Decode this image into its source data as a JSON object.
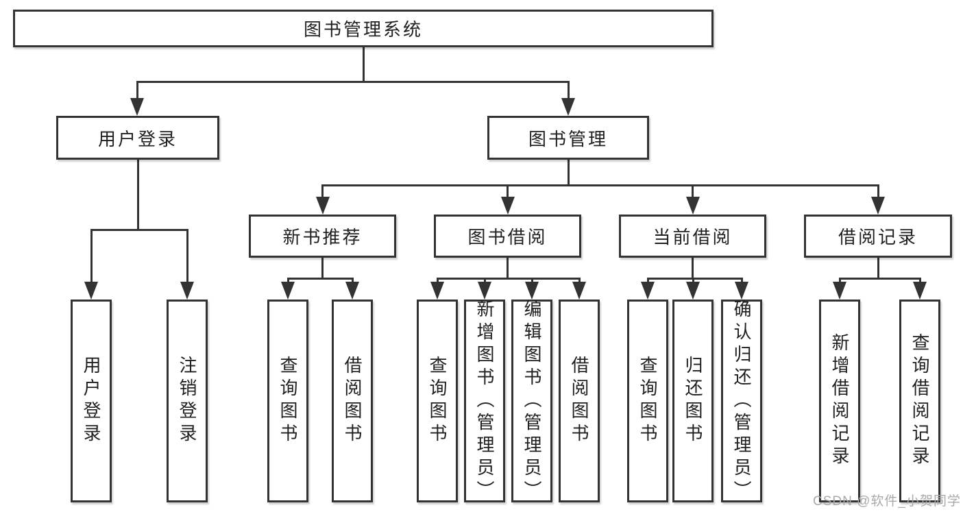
{
  "diagram": {
    "root": "图书管理系统",
    "level2": [
      {
        "label": "用户登录"
      },
      {
        "label": "图书管理"
      }
    ],
    "level3": [
      {
        "label": "新书推荐"
      },
      {
        "label": "图书借阅"
      },
      {
        "label": "当前借阅"
      },
      {
        "label": "借阅记录"
      }
    ],
    "leaves_user_login": [
      {
        "label": "用户登录"
      },
      {
        "label": "注销登录"
      }
    ],
    "leaves_new_book": [
      {
        "label": "查询图书"
      },
      {
        "label": "借阅图书"
      }
    ],
    "leaves_book_borrow": [
      {
        "label": "查询图书"
      },
      {
        "label": "新增图书（管理员）"
      },
      {
        "label": "编辑图书（管理员）"
      },
      {
        "label": "借阅图书"
      }
    ],
    "leaves_current_borrow": [
      {
        "label": "查询图书"
      },
      {
        "label": "归还图书"
      },
      {
        "label": "确认归还（管理员）"
      }
    ],
    "leaves_borrow_records": [
      {
        "label": "新增借阅记录"
      },
      {
        "label": "查询借阅记录"
      }
    ]
  },
  "watermark": "CSDN @软件_小贺同学",
  "colors": {
    "line": "#333333",
    "text": "#1f1f1f",
    "watermark": "#a9a9a9",
    "background": "#ffffff"
  }
}
